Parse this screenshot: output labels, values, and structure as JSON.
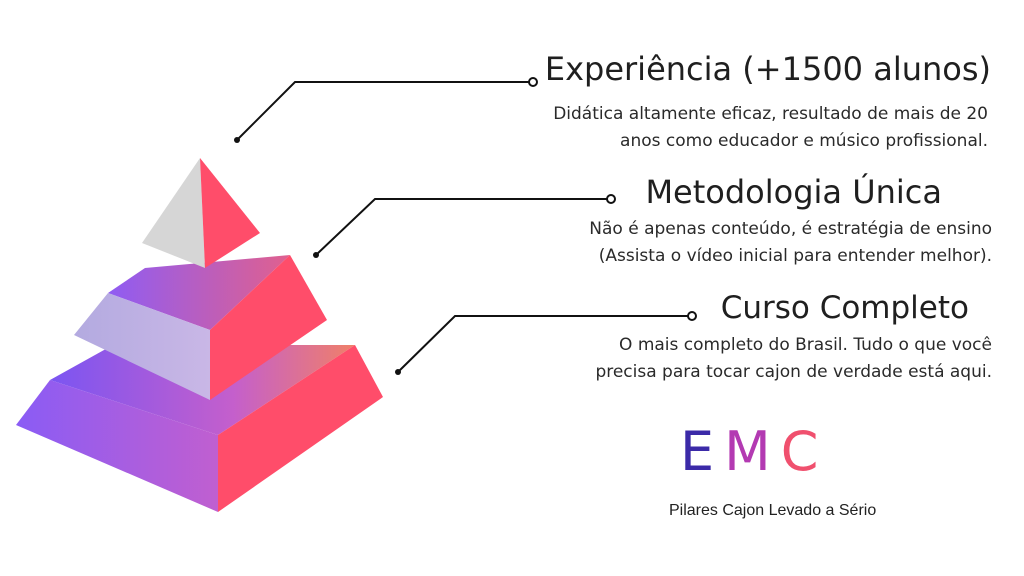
{
  "pillars": [
    {
      "title": "Experiência (+1500 alunos)",
      "description": [
        "Didática altamente eficaz, resultado de mais de 20",
        "anos como educador e músico profissional."
      ]
    },
    {
      "title": "Metodologia Única",
      "description": [
        "Não é apenas conteúdo, é estratégia de ensino",
        "(Assista o vídeo inicial para entender melhor)."
      ]
    },
    {
      "title": "Curso Completo",
      "description": [
        "O mais completo do Brasil. Tudo o que você",
        "precisa para tocar cajon de verdade está aqui."
      ]
    }
  ],
  "brand": {
    "letters": [
      "E",
      "M",
      "C"
    ],
    "tagline": "Pilares Cajon Levado a Sério",
    "colors": {
      "e": "#3b2aa8",
      "m": "#b33ab2",
      "c": "#f0506e"
    }
  },
  "pyramid_colors": {
    "purple": "#8a5cf5",
    "pink_red": "#ff4d6a",
    "lavender": "#b9aee2",
    "gray": "#d6d6d6"
  }
}
